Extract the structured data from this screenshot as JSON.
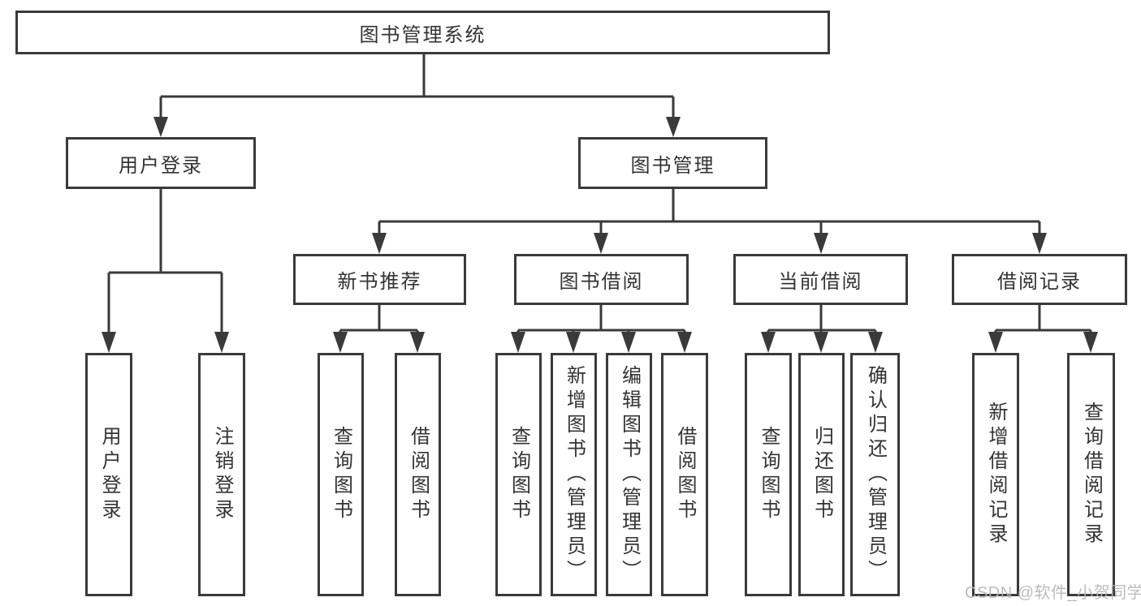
{
  "diagram": {
    "title": "图书管理系统",
    "level2": [
      {
        "label": "用户登录"
      },
      {
        "label": "图书管理"
      }
    ],
    "level3": [
      {
        "label": "新书推荐",
        "parent": "图书管理"
      },
      {
        "label": "图书借阅",
        "parent": "图书管理"
      },
      {
        "label": "当前借阅",
        "parent": "图书管理"
      },
      {
        "label": "借阅记录",
        "parent": "图书管理"
      }
    ],
    "leaves": [
      {
        "label": "用户登录",
        "parent": "用户登录"
      },
      {
        "label": "注销登录",
        "parent": "用户登录"
      },
      {
        "label": "查询图书",
        "parent": "新书推荐"
      },
      {
        "label": "借阅图书",
        "parent": "新书推荐"
      },
      {
        "label": "查询图书",
        "parent": "图书借阅"
      },
      {
        "label": "新增图书（管理员）",
        "parent": "图书借阅"
      },
      {
        "label": "编辑图书（管理员）",
        "parent": "图书借阅"
      },
      {
        "label": "借阅图书",
        "parent": "图书借阅"
      },
      {
        "label": "查询图书",
        "parent": "当前借阅"
      },
      {
        "label": "归还图书",
        "parent": "当前借阅"
      },
      {
        "label": "确认归还（管理员）",
        "parent": "当前借阅"
      },
      {
        "label": "新增借阅记录",
        "parent": "借阅记录"
      },
      {
        "label": "查询借阅记录",
        "parent": "借阅记录"
      }
    ]
  },
  "watermark": "CSDN @软件_小贺同学",
  "colors": {
    "line": "#3a3a3a",
    "text": "#333333",
    "watermark": "#b4b7ba",
    "background": "#ffffff"
  }
}
